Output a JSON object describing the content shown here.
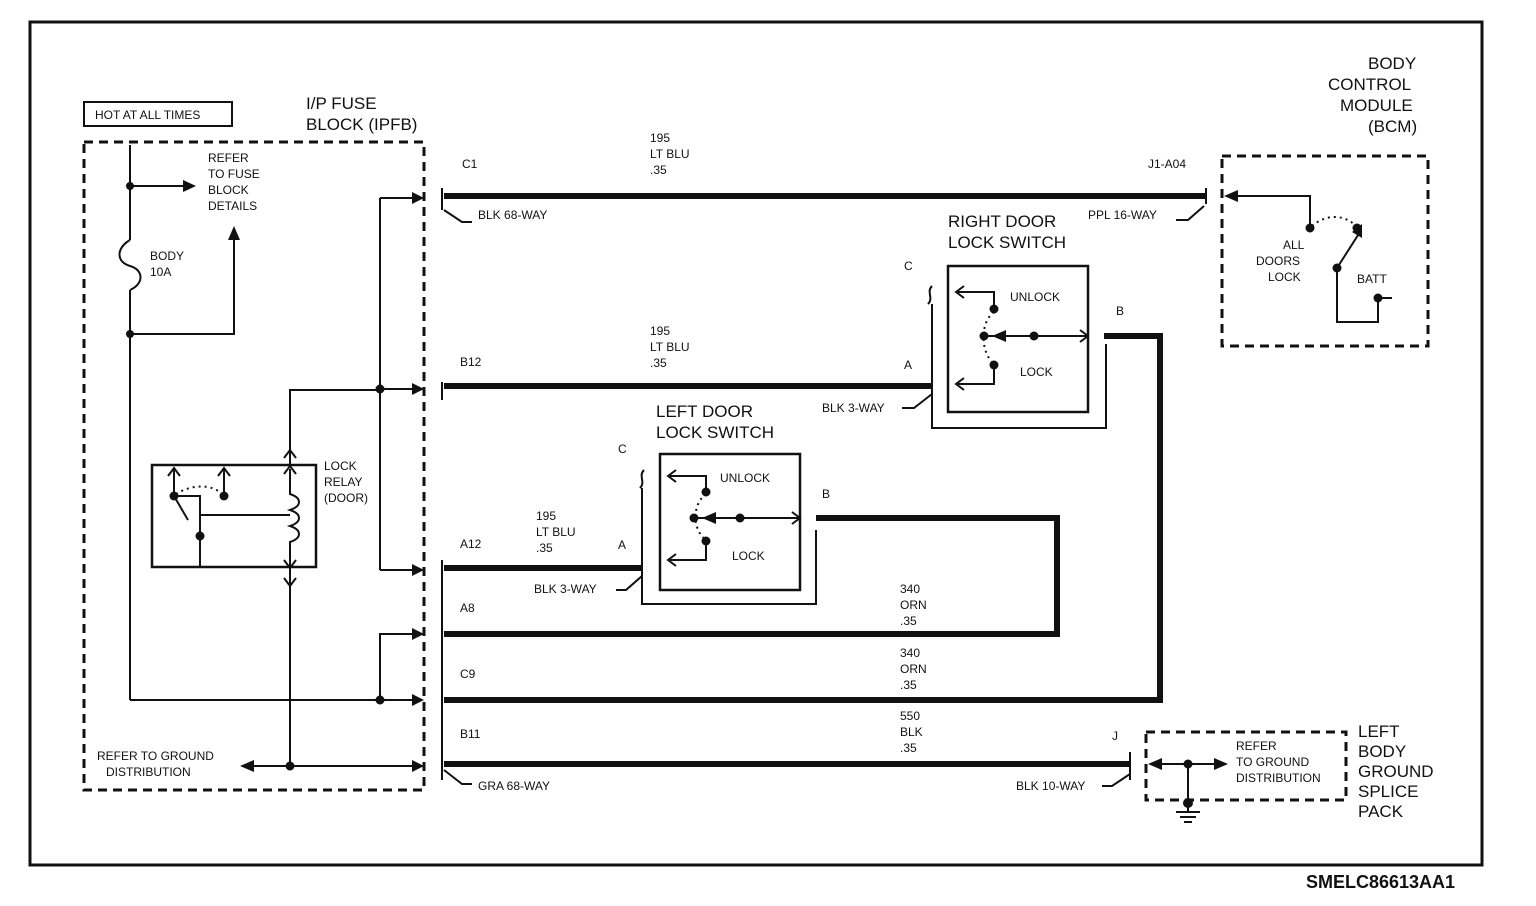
{
  "hot_label": "HOT AT ALL TIMES",
  "ipfb": {
    "line1": "I/P FUSE",
    "line2": "BLOCK (IPFB)"
  },
  "refer_fuse": {
    "l1": "REFER",
    "l2": "TO FUSE",
    "l3": "BLOCK",
    "l4": "DETAILS"
  },
  "fuse": {
    "name": "BODY",
    "rating": "10A"
  },
  "relay": {
    "l1": "LOCK",
    "l2": "RELAY",
    "l3": "(DOOR)"
  },
  "refer_ground_left": {
    "l1": "REFER TO GROUND",
    "l2": "DISTRIBUTION"
  },
  "bcm": {
    "l1": "BODY",
    "l2": "CONTROL",
    "l3": "MODULE",
    "l4": "(BCM)",
    "switch_l1": "ALL",
    "switch_l2": "DOORS",
    "switch_l3": "LOCK",
    "batt": "BATT"
  },
  "right_switch": {
    "l1": "RIGHT DOOR",
    "l2": "LOCK SWITCH",
    "unlock": "UNLOCK",
    "lock": "LOCK",
    "pin_a": "A",
    "pin_b": "B",
    "pin_c": "C",
    "connector": "BLK 3-WAY"
  },
  "left_switch": {
    "l1": "LEFT DOOR",
    "l2": "LOCK SWITCH",
    "unlock": "UNLOCK",
    "lock": "LOCK",
    "pin_a": "A",
    "pin_b": "B",
    "pin_c": "C",
    "connector": "BLK 3-WAY"
  },
  "splice_pack": {
    "l1": "LEFT",
    "l2": "BODY",
    "l3": "GROUND",
    "l4": "SPLICE",
    "l5": "PACK",
    "refer1": "REFER",
    "refer2": "TO GROUND",
    "refer3": "DISTRIBUTION",
    "pin": "J",
    "connector": "BLK 10-WAY"
  },
  "circuits": [
    {
      "pin": "C1",
      "num": "195",
      "color": "LT BLU",
      "gauge": ".35"
    },
    {
      "pin": "B12",
      "num": "195",
      "color": "LT BLU",
      "gauge": ".35"
    },
    {
      "pin": "A12",
      "num": "195",
      "color": "LT BLU",
      "gauge": ".35"
    },
    {
      "pin": "A8",
      "num": "340",
      "color": "ORN",
      "gauge": ".35"
    },
    {
      "pin": "C9",
      "num": "340",
      "color": "ORN",
      "gauge": ".35"
    },
    {
      "pin": "B11",
      "num": "550",
      "color": "BLK",
      "gauge": ".35"
    }
  ],
  "connectors": {
    "ipfb_top": "BLK 68-WAY",
    "ipfb_bottom": "GRA 68-WAY",
    "bcm_pin": "J1-A04",
    "bcm_conn": "PPL 16-WAY"
  },
  "diagram_code": "SMELC86613AA1"
}
